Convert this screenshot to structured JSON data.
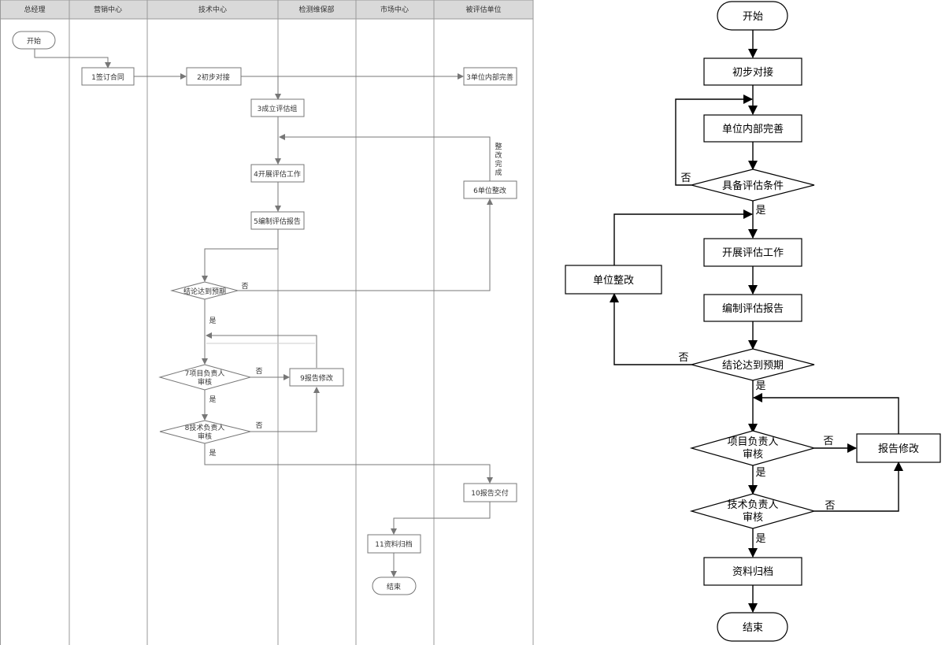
{
  "swimlane": {
    "lanes": [
      "总经理",
      "营销中心",
      "技术中心",
      "检测维保部",
      "市场中心",
      "被评估单位"
    ],
    "nodes": {
      "start": "开始",
      "sign": "1签订合同",
      "dock": "2初步对接",
      "improve": "3单位内部完善",
      "team": "3成立评估组",
      "work": "4开展评估工作",
      "rectify": "6单位整改",
      "report": "5编制评估报告",
      "conclusion": "结论达到预期",
      "pm_review_1": "7项目负责人",
      "pm_review_2": "审核",
      "modify": "9报告修改",
      "tech_review_1": "8技术负责人",
      "tech_review_2": "审核",
      "deliver": "10报告交付",
      "archive": "11资料归档",
      "end": "结束"
    },
    "labels": {
      "rect_done_1": "整",
      "rect_done_2": "改",
      "rect_done_3": "完",
      "rect_done_4": "成",
      "no_conclusion": "否",
      "yes_conclusion": "是",
      "no_pm": "否",
      "yes_pm": "是",
      "no_tech": "否",
      "yes_tech": "是"
    }
  },
  "flow": {
    "nodes": {
      "start": "开始",
      "dock": "初步对接",
      "improve": "单位内部完善",
      "condition": "具备评估条件",
      "work": "开展评估工作",
      "rectify": "单位整改",
      "report": "编制评估报告",
      "conclusion": "结论达到预期",
      "pm_review_1": "项目负责人",
      "pm_review_2": "审核",
      "modify": "报告修改",
      "tech_review_1": "技术负责人",
      "tech_review_2": "审核",
      "archive": "资料归档",
      "end": "结束"
    },
    "labels": {
      "no_condition": "否",
      "yes_condition": "是",
      "no_conclusion": "否",
      "yes_conclusion": "是",
      "no_pm": "否",
      "yes_pm": "是",
      "no_tech": "否",
      "yes_tech": "是"
    }
  }
}
